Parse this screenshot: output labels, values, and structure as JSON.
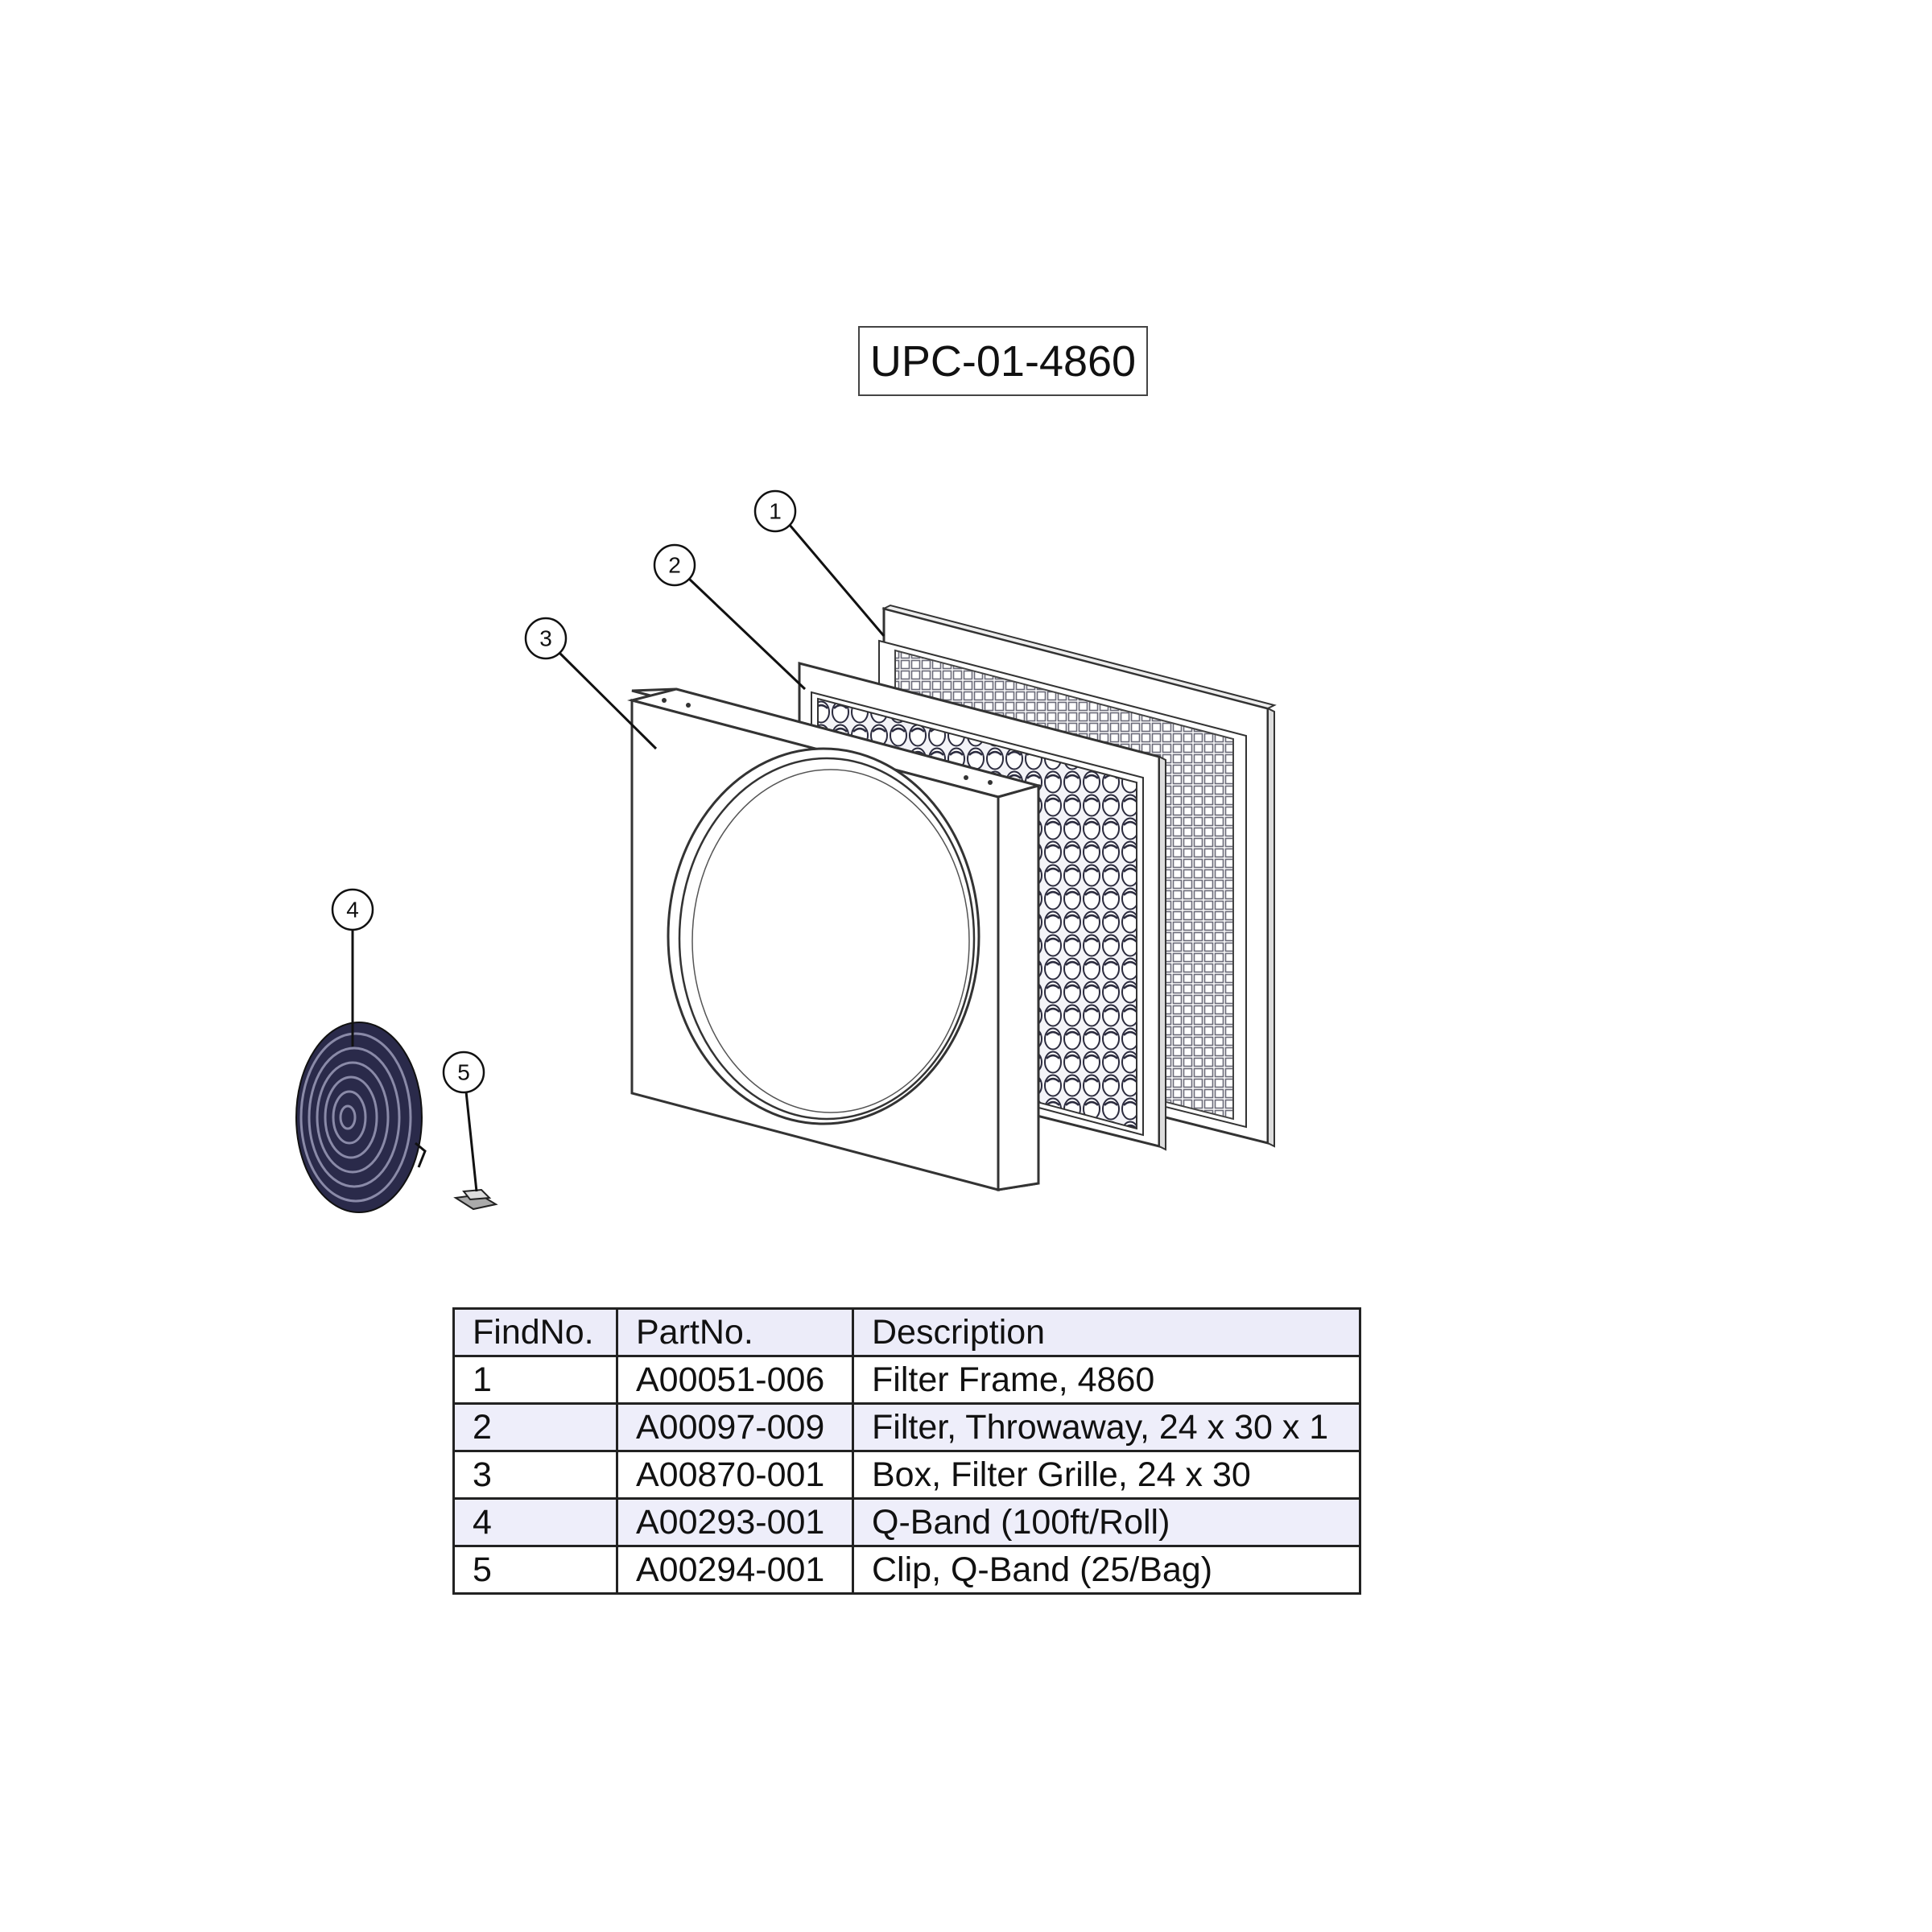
{
  "model": "UPC-01-4860",
  "callouts": [
    "1",
    "2",
    "3",
    "4",
    "5"
  ],
  "table": {
    "headers": [
      "FindNo.",
      "PartNo.",
      "Description"
    ],
    "rows": [
      [
        "1",
        "A00051-006",
        "Filter Frame, 4860"
      ],
      [
        "2",
        "A00097-009",
        "Filter, Throwaway, 24 x 30 x 1"
      ],
      [
        "3",
        "A00870-001",
        "Box, Filter Grille, 24 x 30"
      ],
      [
        "4",
        "A00293-001",
        "Q-Band (100ft/Roll)"
      ],
      [
        "5",
        "A00294-001",
        "Clip, Q-Band (25/Bag)"
      ]
    ]
  }
}
